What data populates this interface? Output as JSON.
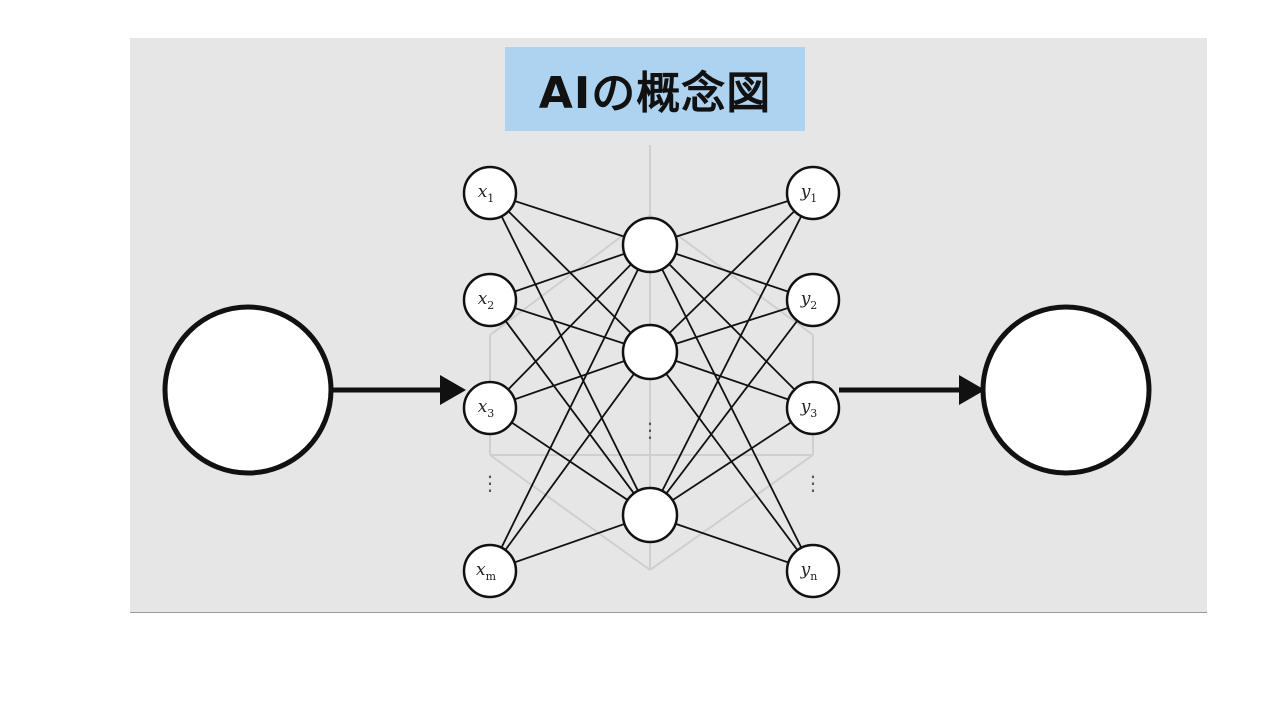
{
  "title": "AIの概念図",
  "colors": {
    "panel_background": "#e6e6e6",
    "title_background": "#add3f0",
    "stroke": "#111111",
    "node_fill": "#ffffff",
    "ghost_lines": "#cfcfcf"
  },
  "input_layer": {
    "nodes": [
      {
        "base": "x",
        "sub": "1"
      },
      {
        "base": "x",
        "sub": "2"
      },
      {
        "base": "x",
        "sub": "3"
      },
      {
        "base": "x",
        "sub": "m"
      }
    ]
  },
  "hidden_layer": {
    "node_count": 3
  },
  "output_layer": {
    "nodes": [
      {
        "base": "y",
        "sub": "1"
      },
      {
        "base": "y",
        "sub": "2"
      },
      {
        "base": "y",
        "sub": "3"
      },
      {
        "base": "y",
        "sub": "n"
      }
    ]
  },
  "input_entity": {
    "label": ""
  },
  "output_entity": {
    "label": ""
  },
  "connectivity": "fully-connected",
  "ellipsis": "⋮"
}
